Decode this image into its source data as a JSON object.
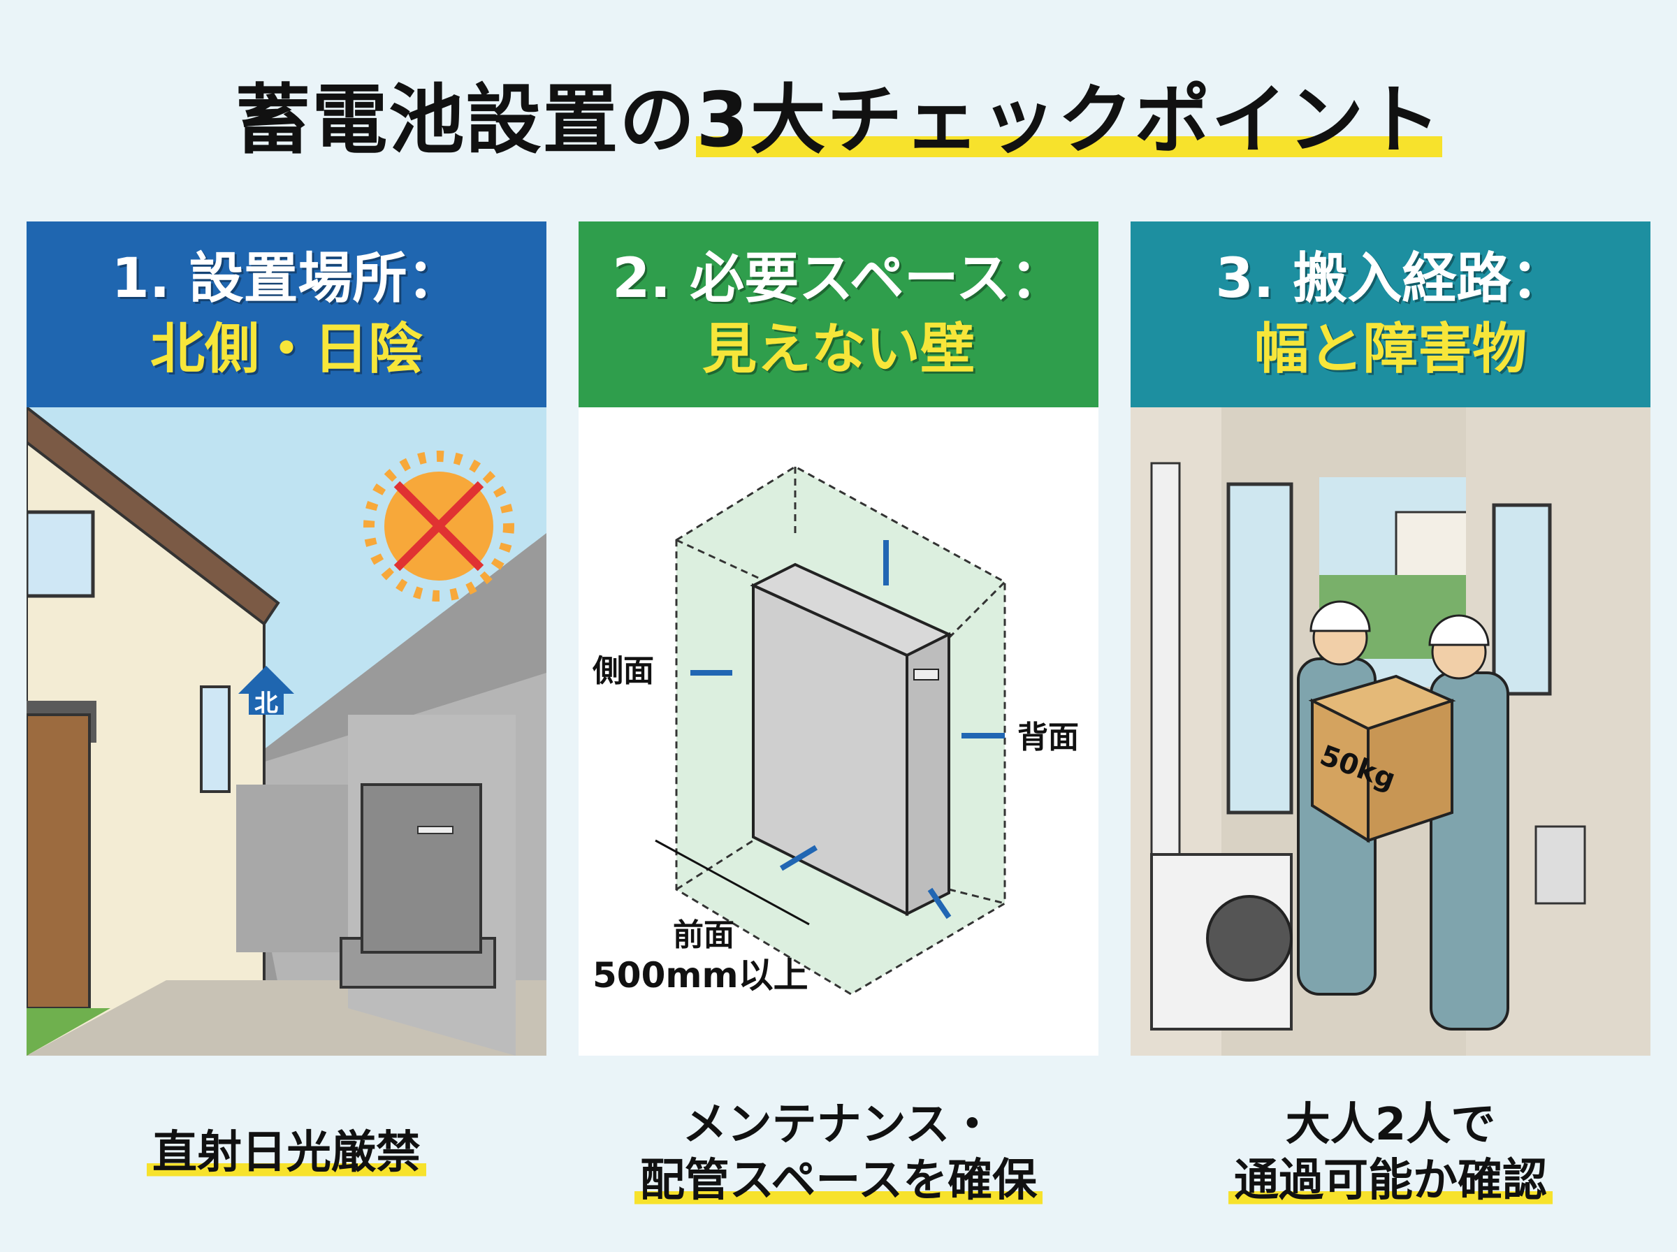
{
  "title": {
    "part1": "蓄電池設置の",
    "part2": "3大チェックポイント"
  },
  "panels": [
    {
      "heading": "1. 設置場所：",
      "subheading": "北側・日陰",
      "north_label": "北",
      "caption": [
        "直射日光厳禁"
      ]
    },
    {
      "heading": "2. 必要スペース：",
      "subheading": "見えない壁",
      "labels": {
        "side": "側面",
        "back": "背面",
        "front": "前面",
        "distance": "500mm以上"
      },
      "caption": [
        "メンテナンス・",
        "配管スペースを確保"
      ]
    },
    {
      "heading": "3. 搬入経路：",
      "subheading": "幅と障害物",
      "box_label": "50kg",
      "caption": [
        "大人2人で",
        "通過可能か確認"
      ]
    }
  ],
  "colors": {
    "blue": "#1f66b0",
    "green": "#2f9e4c",
    "teal": "#1d8fa0",
    "highlight": "#f7e22c",
    "arrow": "#2166b3"
  }
}
